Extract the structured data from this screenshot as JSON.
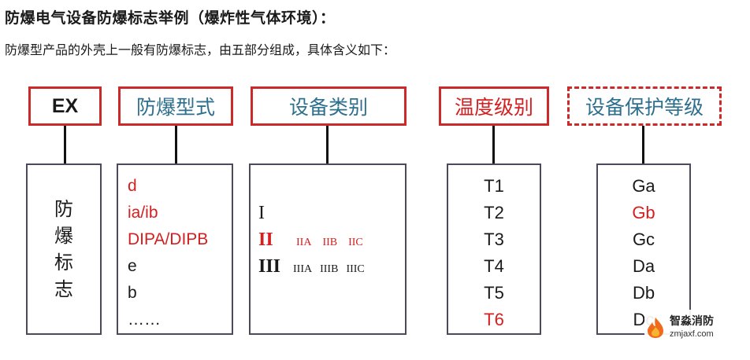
{
  "heading": "防爆电气设备防爆标志举例（爆炸性气体环境）：",
  "intro": "防爆型产品的外壳上一般有防爆标志，由五部分组成，具体含义如下：",
  "colors": {
    "red": "#cc2a2a",
    "teal": "#2e6f8e",
    "border": "#4a4a5a"
  },
  "columns": [
    {
      "header": "EX",
      "body_vertical": [
        "防",
        "爆",
        "标",
        "志"
      ]
    },
    {
      "header": "防爆型式",
      "items": [
        {
          "text": "d",
          "red": true
        },
        {
          "text": "ia/ib",
          "red": true
        },
        {
          "text": "DIPA/DIPB",
          "red": true
        },
        {
          "text": "e",
          "red": false
        },
        {
          "text": "b",
          "red": false
        },
        {
          "text": "……",
          "red": false
        }
      ]
    },
    {
      "header": "设备类别",
      "groups": [
        {
          "main": "I",
          "red": false,
          "subs": []
        },
        {
          "main": "II",
          "red": true,
          "subs": [
            "IIA",
            "IIB",
            "IIC"
          ]
        },
        {
          "main": "III",
          "red": false,
          "subs": [
            "IIIA",
            "IIIB",
            "IIIC"
          ]
        }
      ]
    },
    {
      "header": "温度级别",
      "items": [
        {
          "text": "T1",
          "red": false
        },
        {
          "text": "T2",
          "red": false
        },
        {
          "text": "T3",
          "red": false
        },
        {
          "text": "T4",
          "red": false
        },
        {
          "text": "T5",
          "red": false
        },
        {
          "text": "T6",
          "red": true
        }
      ]
    },
    {
      "header": "设备保护等级",
      "items": [
        {
          "text": "Ga",
          "red": false
        },
        {
          "text": "Gb",
          "red": true
        },
        {
          "text": "Gc",
          "red": false
        },
        {
          "text": "Da",
          "red": false
        },
        {
          "text": "Db",
          "red": false
        },
        {
          "text": "Dc",
          "red": false
        }
      ]
    }
  ],
  "watermark": {
    "name": "智淼消防",
    "url": "zmjaxf.com",
    "icon": "flame-logo-icon"
  }
}
